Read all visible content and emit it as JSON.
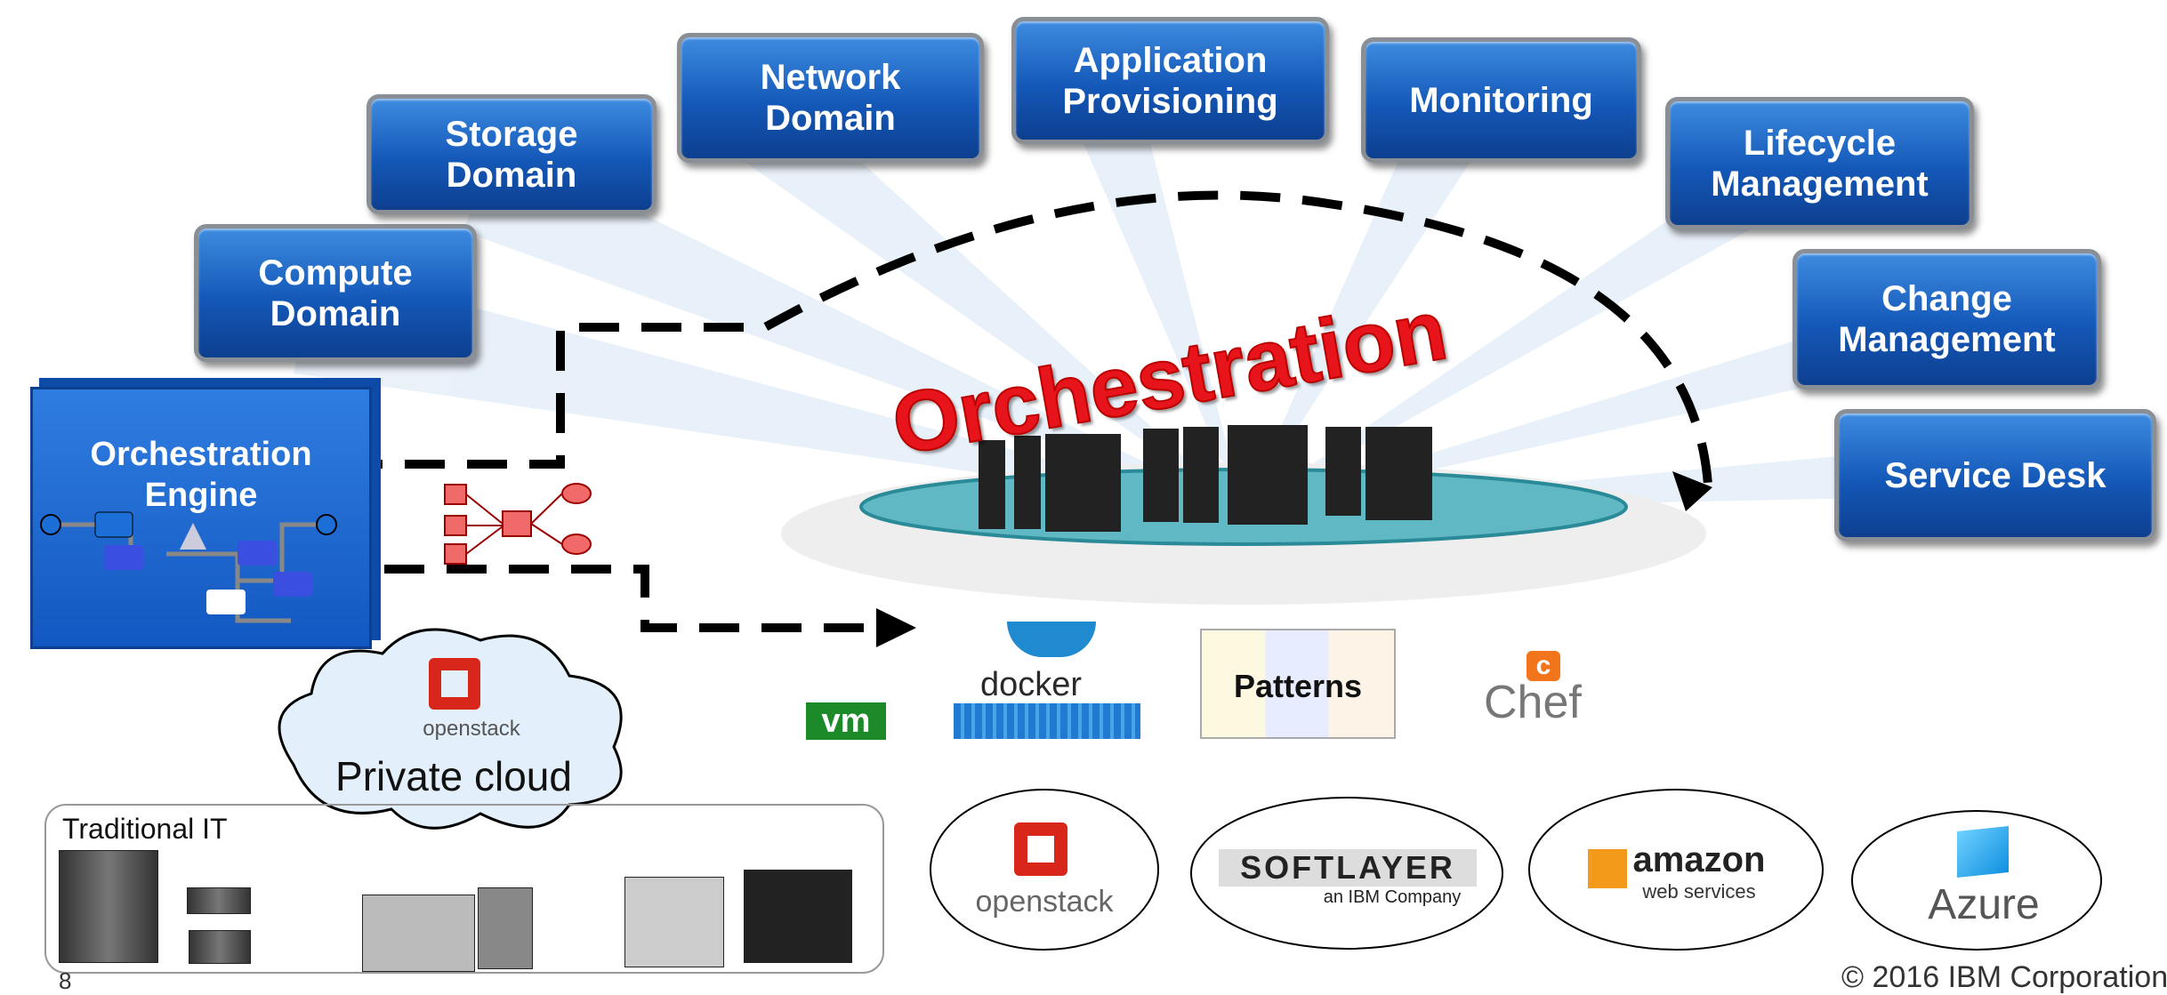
{
  "domains": [
    {
      "label": "Compute Domain"
    },
    {
      "label": "Storage Domain"
    },
    {
      "label": "Network Domain"
    },
    {
      "label": "Application Provisioning"
    },
    {
      "label": "Monitoring"
    },
    {
      "label": "Lifecycle Management"
    },
    {
      "label": "Change Management"
    },
    {
      "label": "Service Desk"
    }
  ],
  "engine": {
    "title": "Orchestration Engine"
  },
  "center": {
    "title": "Orchestration"
  },
  "tools": {
    "vm": "vm",
    "docker": "docker",
    "patterns": "Patterns",
    "chef": "Chef"
  },
  "private_cloud": {
    "logo": "openstack",
    "label": "Private cloud"
  },
  "traditional": {
    "label": "Traditional IT"
  },
  "public_clouds": {
    "openstack": "openstack",
    "softlayer": "SOFTLAYER",
    "softlayer_sub": "an IBM Company",
    "amazon": "amazon",
    "amazon_sub": "web services",
    "azure": "Azure"
  },
  "footer": {
    "copyright": "© 2016 IBM Corporation",
    "page": "8"
  },
  "colors": {
    "box": "#1458b8",
    "title": "#e8141b",
    "dash": "#000000"
  }
}
